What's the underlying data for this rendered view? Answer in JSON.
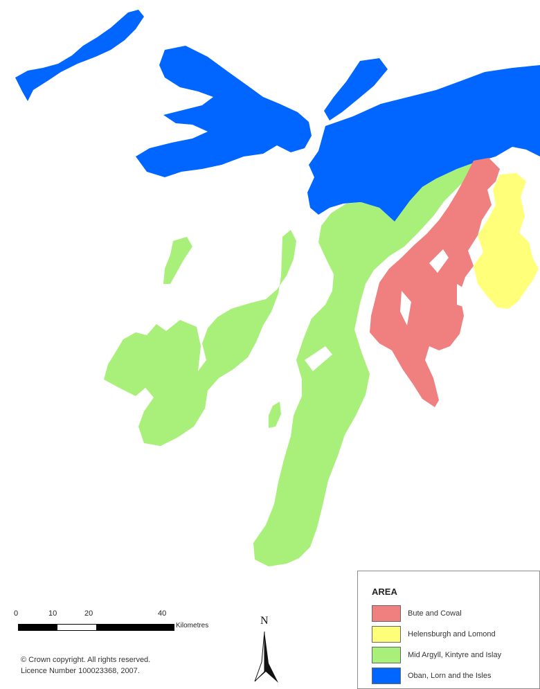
{
  "legend": {
    "title": "AREA",
    "items": [
      {
        "label": "Bute and Cowal",
        "color": "#f08080"
      },
      {
        "label": "Helensburgh and Lomond",
        "color": "#ffff7a"
      },
      {
        "label": "Mid Argyll, Kintyre and Islay",
        "color": "#a8f07a"
      },
      {
        "label": "Oban, Lorn and the Isles",
        "color": "#0066ff"
      }
    ]
  },
  "scale": {
    "ticks": [
      "0",
      "10",
      "20",
      "40"
    ],
    "unit": "Kilometres"
  },
  "north_label": "N",
  "copyright": {
    "line1": "© Crown copyright. All rights reserved.",
    "line2": "Licence Number 100023368, 2007."
  }
}
